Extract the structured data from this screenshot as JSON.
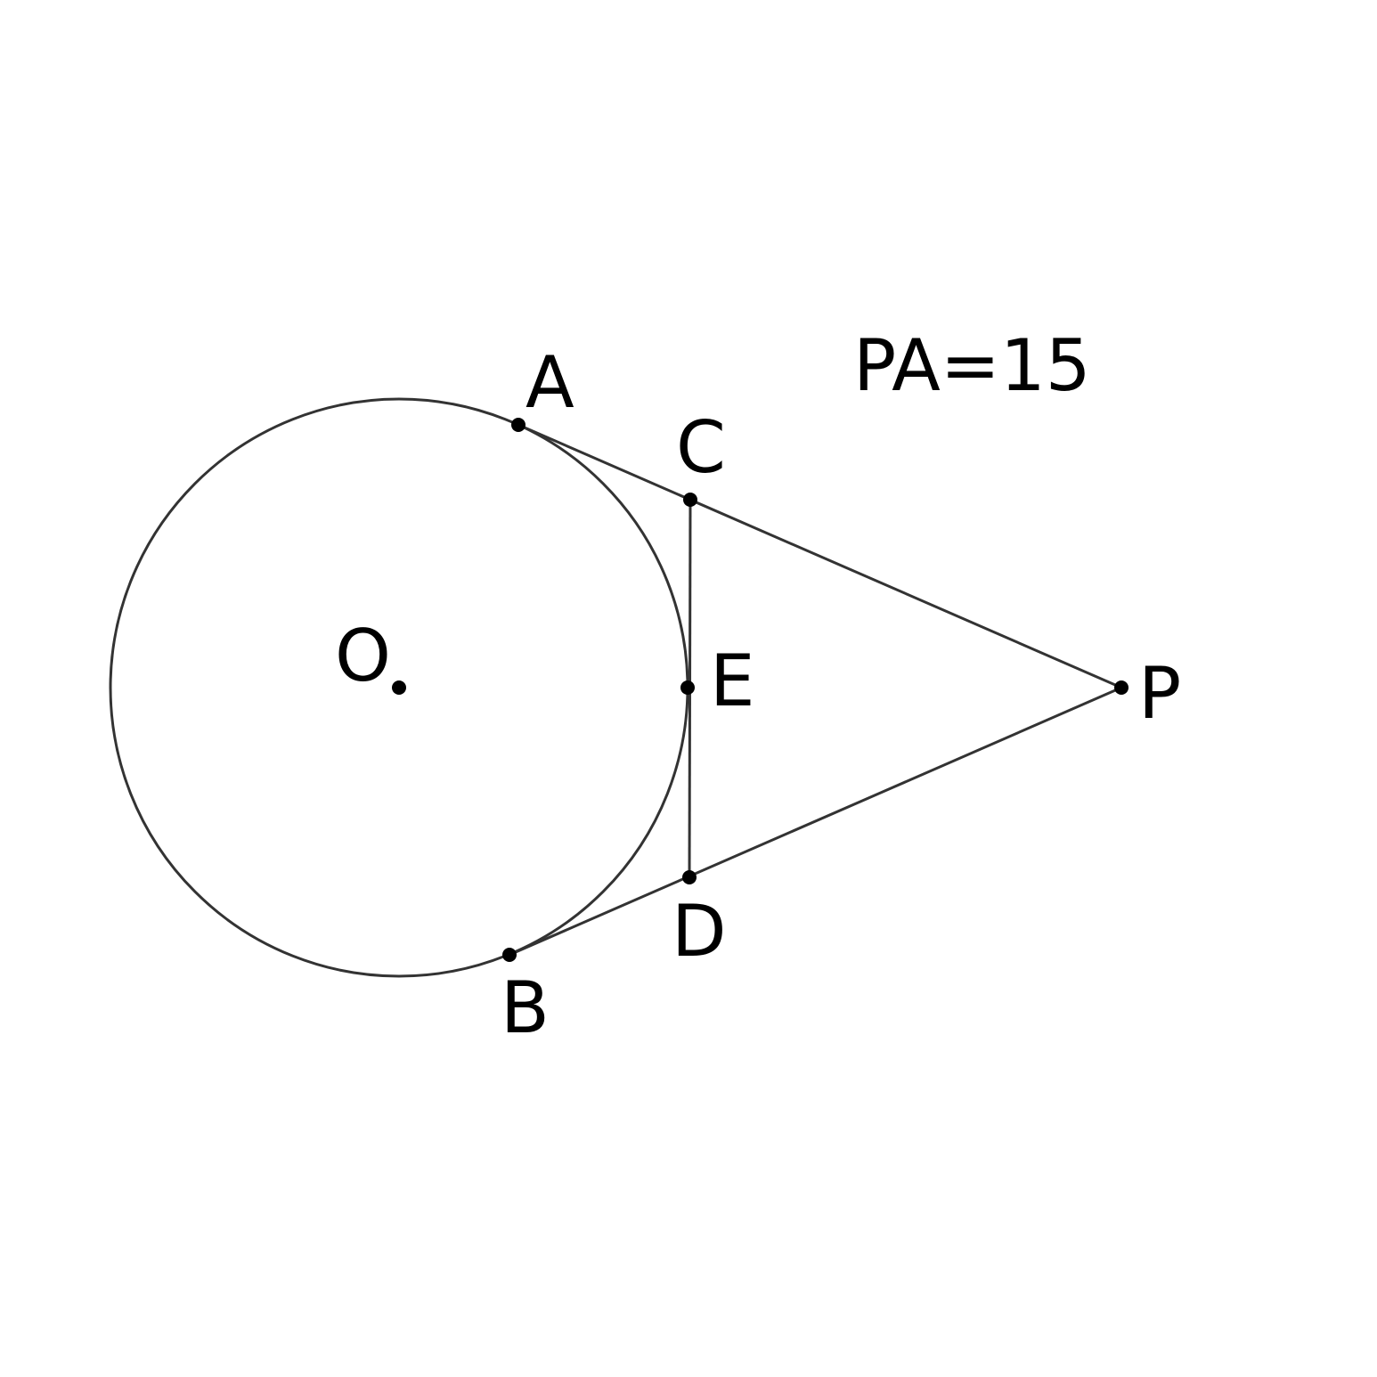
{
  "labels": {
    "A": "A",
    "B": "B",
    "C": "C",
    "D": "D",
    "E": "E",
    "O": "O",
    "P": "P"
  },
  "given": "PA=15",
  "colors": {
    "stroke": "#333333",
    "point": "#000000",
    "text": "#000000"
  }
}
